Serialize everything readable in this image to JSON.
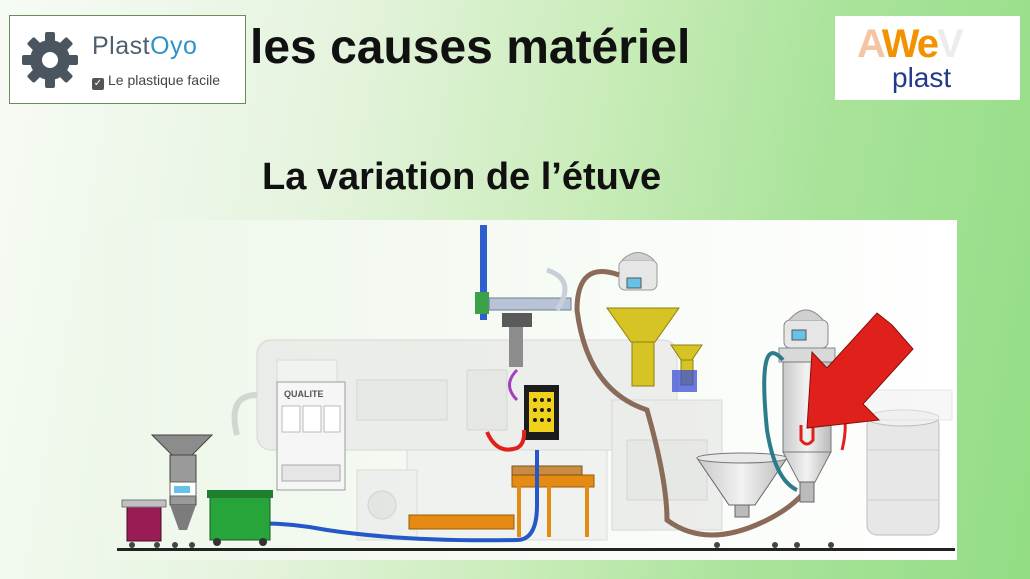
{
  "header": {
    "title": "les causes matériel",
    "subtitle": "La variation de l’étuve"
  },
  "logo_left": {
    "name_part1": "Plast",
    "name_part2": "Oyo",
    "tagline": "Le plastique facile",
    "check_glyph": "✓",
    "icon": "gear-icon"
  },
  "logo_right": {
    "mark_a": "A",
    "mark_we": "We",
    "mark_v": "V",
    "word": "plast"
  },
  "machine": {
    "sign_label": "QUALITE",
    "icon_arrow": "red-arrow-icon",
    "colors": {
      "arrow": "#e0201b",
      "hose": "#8a6a58",
      "blue_pipe": "#2458c9",
      "hopper": "#d8c62a",
      "conveyor": "#e58a12",
      "bin_green": "#28a53a",
      "bin_purple": "#9a1c55"
    }
  }
}
